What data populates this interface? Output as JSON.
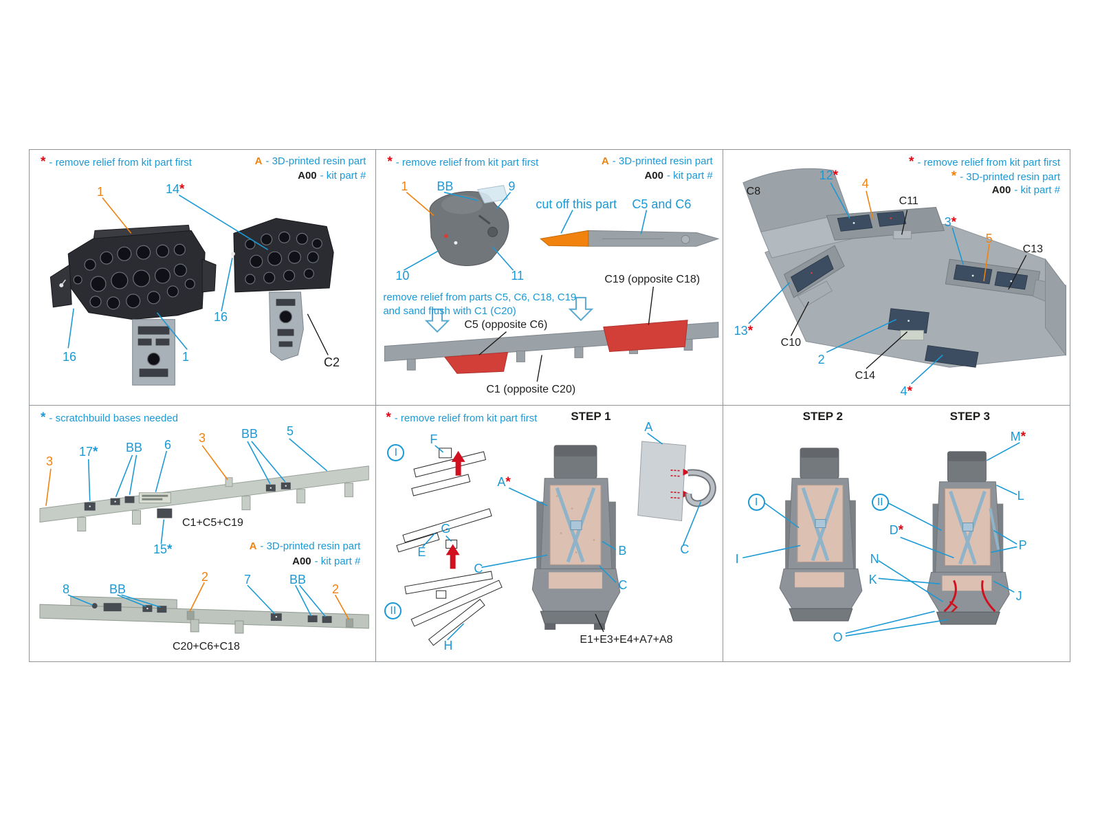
{
  "colors": {
    "accent_blue": "#1b99d5",
    "accent_orange": "#f0820d",
    "accent_red": "#e30613",
    "text_black": "#1d1d1b",
    "part_gray": "#9aa1a7",
    "highlight_red_part": "#d23f38"
  },
  "legend": {
    "star": "*",
    "a": "A",
    "a00": "A00",
    "remove_relief": "- remove relief from kit part first",
    "resin": "- 3D-printed resin part",
    "kit_part": "- kit part #",
    "scratchbuild": "- scratchbuild bases needed"
  },
  "p1": {
    "callouts": [
      {
        "t": "1"
      },
      {
        "t": "14",
        "a": "*"
      },
      {
        "t": "16"
      },
      {
        "t": "1"
      },
      {
        "t": "16"
      },
      {
        "t": "C2"
      }
    ]
  },
  "p2": {
    "callouts": [
      {
        "t": "1"
      },
      {
        "t": "BB"
      },
      {
        "t": "9"
      },
      {
        "t": "10"
      },
      {
        "t": "11"
      },
      {
        "t": "cut off this part"
      },
      {
        "t": "C5 and C6"
      },
      {
        "t": "C19 (opposite C18)"
      },
      {
        "t": "C5 (opposite C6)"
      },
      {
        "t": "C1 (opposite C20)"
      }
    ],
    "note1": "remove relief from parts C5, C6, C18, C19",
    "note2": "and sand flush with C1 (C20)"
  },
  "p3": {
    "callouts": [
      {
        "t": "C8"
      },
      {
        "t": "12",
        "a": "*"
      },
      {
        "t": "4"
      },
      {
        "t": "C11"
      },
      {
        "t": "3",
        "a": "*"
      },
      {
        "t": "5"
      },
      {
        "t": "C13"
      },
      {
        "t": "13",
        "a": "*"
      },
      {
        "t": "C10"
      },
      {
        "t": "2"
      },
      {
        "t": "C14"
      },
      {
        "t": "4",
        "a": "*"
      }
    ]
  },
  "p4": {
    "callouts_top": [
      {
        "t": "3"
      },
      {
        "t": "17",
        "a": "*"
      },
      {
        "t": "BB"
      },
      {
        "t": "6"
      },
      {
        "t": "3"
      },
      {
        "t": "BB"
      },
      {
        "t": "5"
      },
      {
        "t": "15",
        "a": "*"
      }
    ],
    "caption_top": "C1+C5+C19",
    "callouts_bottom": [
      {
        "t": "8"
      },
      {
        "t": "BB"
      },
      {
        "t": "2"
      },
      {
        "t": "7"
      },
      {
        "t": "BB"
      },
      {
        "t": "2"
      }
    ],
    "caption_bottom": "C20+C6+C18"
  },
  "p5": {
    "step": "STEP 1",
    "callouts": [
      {
        "t": "I"
      },
      {
        "t": "F"
      },
      {
        "t": "E"
      },
      {
        "t": "G"
      },
      {
        "t": "II"
      },
      {
        "t": "H"
      },
      {
        "t": "A",
        "a": "*"
      },
      {
        "t": "C"
      },
      {
        "t": "B"
      },
      {
        "t": "C"
      },
      {
        "t": "A"
      },
      {
        "t": "C"
      }
    ],
    "caption": "E1+E3+E4+A7+A8"
  },
  "p6": {
    "step2": "STEP 2",
    "step3": "STEP 3",
    "callouts": [
      {
        "t": "I"
      },
      {
        "t": "I"
      },
      {
        "t": "II"
      },
      {
        "t": "K"
      },
      {
        "t": "M",
        "a": "*"
      },
      {
        "t": "L"
      },
      {
        "t": "D",
        "a": "*"
      },
      {
        "t": "P"
      },
      {
        "t": "N"
      },
      {
        "t": "J"
      },
      {
        "t": "O"
      }
    ]
  }
}
